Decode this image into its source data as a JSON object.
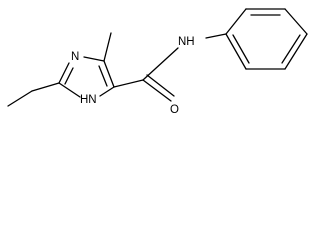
{
  "structure": {
    "atoms": {
      "imine_n": "N",
      "amide_nh": "NH",
      "ring_nh": "H​N",
      "carbonyl_o": "O"
    }
  }
}
